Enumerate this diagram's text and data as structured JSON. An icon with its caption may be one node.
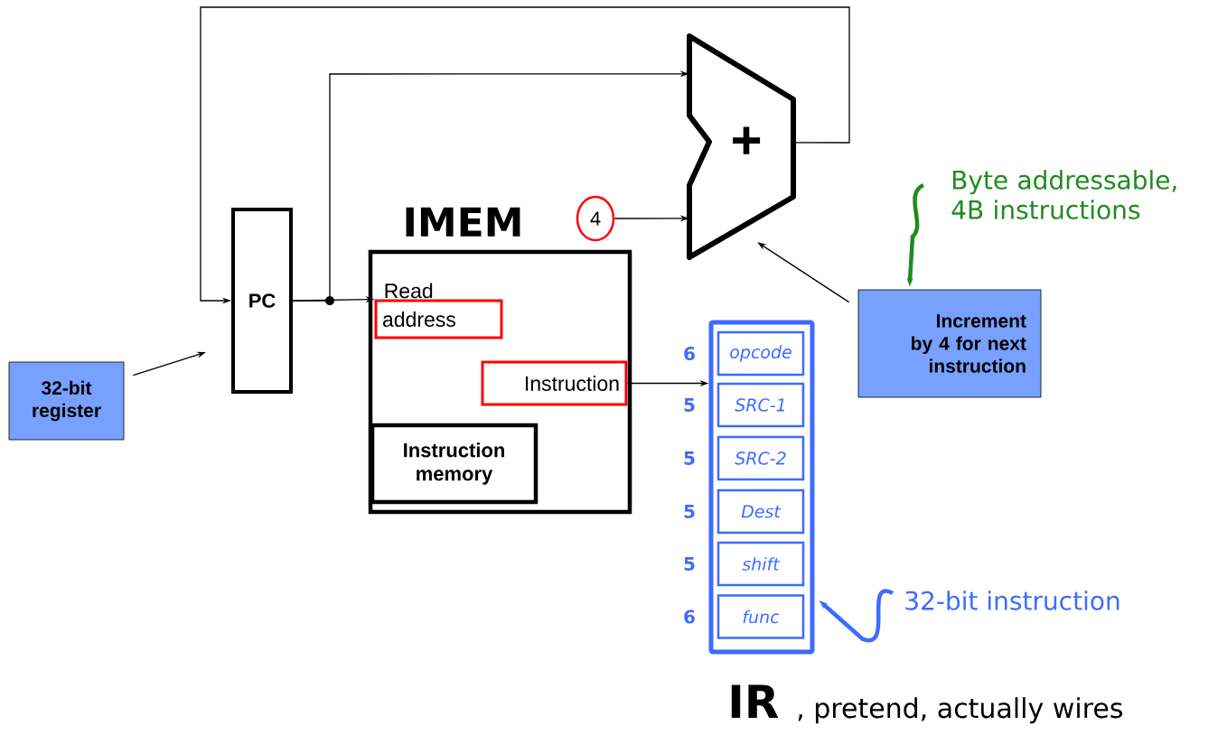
{
  "diagram": {
    "nodes": [
      {
        "text": [
          "PC"
        ]
      },
      {
        "text": [
          "IMEM"
        ]
      },
      {
        "text": [
          "Read",
          "address"
        ],
        "in": 1
      },
      {
        "text": [
          "Instruction"
        ],
        "in": 1
      },
      {
        "text": [
          "Instruction memory"
        ],
        "in": 1
      },
      {
        "text": [
          "4"
        ]
      },
      {
        "text": [
          "+"
        ]
      },
      {
        "text": [
          "32-bit register"
        ]
      },
      {
        "text": [
          "Increment by 4 for next instruction"
        ]
      },
      {
        "text": [
          "Byte addressable, 4B instructions"
        ]
      },
      {
        "text": [
          "IR",
          ", pretend, actually wires"
        ]
      },
      {
        "text": [
          "opcode"
        ],
        "in": 10,
        "beside": [
          "6"
        ]
      },
      {
        "text": [
          "SRC-1"
        ],
        "in": 10,
        "beside": [
          "5"
        ]
      },
      {
        "text": [
          "SRC-2"
        ],
        "in": 10,
        "beside": [
          "5"
        ]
      },
      {
        "text": [
          "Dest"
        ],
        "in": 10,
        "beside": [
          "5"
        ]
      },
      {
        "text": [
          "shift"
        ],
        "in": 10,
        "beside": [
          "5"
        ]
      },
      {
        "text": [
          "func"
        ],
        "in": 10,
        "beside": [
          "6"
        ]
      },
      {
        "text": [
          "32-bit instruction"
        ]
      }
    ],
    "edges": [
      {
        "from": 0,
        "to": 2,
        "arrow": "to"
      },
      {
        "from": 0,
        "to": 6,
        "arrow": "to"
      },
      {
        "from": 6,
        "to": 0,
        "arrow": "to"
      },
      {
        "from": 5,
        "to": 6,
        "arrow": "to"
      },
      {
        "from": 3,
        "to": 10,
        "arrow": "to"
      },
      {
        "from": 7,
        "to": 0,
        "arrow": "to"
      },
      {
        "from": 8,
        "to": 6,
        "arrow": "to"
      },
      {
        "from": 9,
        "to": 8,
        "arrow": "to",
        "color": "#1e8c1e",
        "style": "thick"
      },
      {
        "from": 17,
        "to": 10,
        "arrow": "to",
        "color": "#3d6bff",
        "style": "thick"
      }
    ]
  }
}
